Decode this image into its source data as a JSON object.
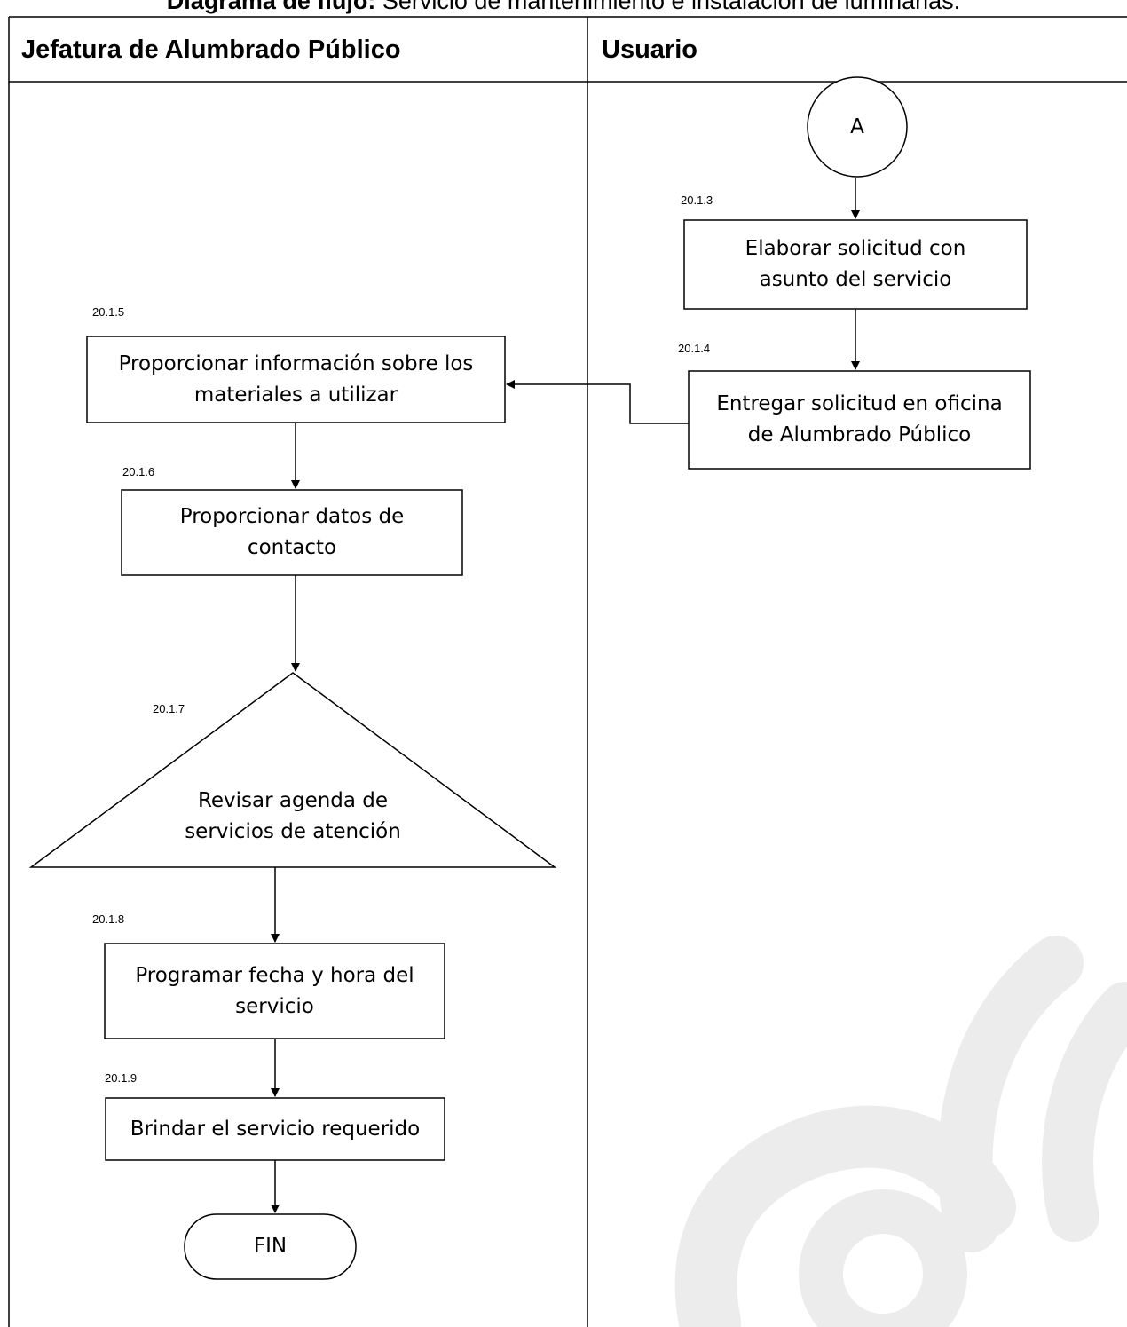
{
  "title": {
    "bold": "Diagrama de flujo:",
    "rest": " Servicio de mantenimiento e instalación de luminarias."
  },
  "lanes": {
    "left": "Jefatura de Alumbrado Público",
    "right": "Usuario"
  },
  "connector": {
    "label": "A"
  },
  "steps": {
    "s3": {
      "code": "20.1.3",
      "text": "Elaborar solicitud con asunto del servicio"
    },
    "s4": {
      "code": "20.1.4",
      "text": "Entregar solicitud en oficina de Alumbrado Público"
    },
    "s5": {
      "code": "20.1.5",
      "text": "Proporcionar información sobre los materiales a utilizar"
    },
    "s6": {
      "code": "20.1.6",
      "text": "Proporcionar datos de contacto"
    },
    "s7": {
      "code": "20.1.7",
      "text": "Revisar agenda de servicios de atención"
    },
    "s8": {
      "code": "20.1.8",
      "text": "Programar fecha y hora del servicio"
    },
    "s9": {
      "code": "20.1.9",
      "text": "Brindar el servicio requerido"
    }
  },
  "end": {
    "label": "FIN"
  },
  "colors": {
    "line": "#000000",
    "watermark": "#ececec",
    "background": "#ffffff"
  }
}
